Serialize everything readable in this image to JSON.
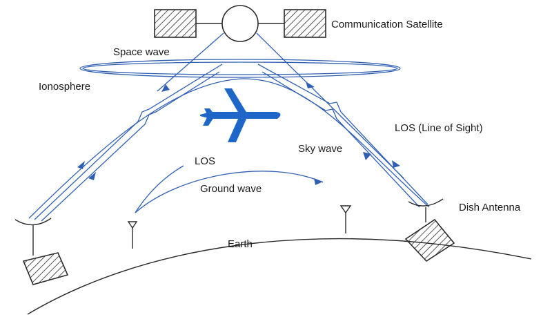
{
  "labels": {
    "satellite": "Communication Satellite",
    "space_wave": "Space wave",
    "ionosphere": "Ionosphere",
    "los_full": "LOS (Line of Sight)",
    "sky_wave": "Sky wave",
    "los_short": "LOS",
    "ground_wave": "Ground wave",
    "dish_antenna": "Dish Antenna",
    "earth": "Earth"
  },
  "icons": {
    "aircraft": "airplane-icon",
    "satellite": "satellite-icon",
    "dish": "dish-antenna-icon",
    "mast": "antenna-mast-icon"
  },
  "colors": {
    "wave_blue": "#2f5fb3",
    "airplane_blue": "#1f66c9",
    "ink": "#2a2a2a"
  }
}
